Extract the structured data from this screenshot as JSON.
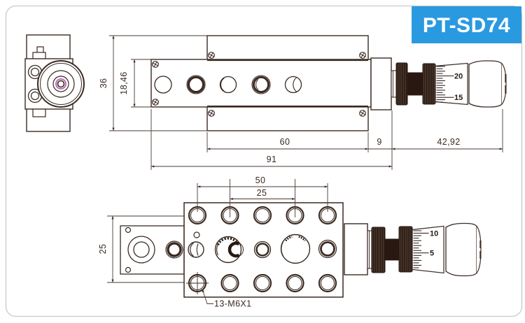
{
  "badge": {
    "label": "PT-SD74",
    "bg_color": "#2a9ae0",
    "text_color": "#ffffff"
  },
  "frame_color": "#c7caca",
  "line_color": "#3a2a22",
  "accent_magenta": "#b565b5",
  "top_view": {
    "dims": {
      "base_height": "36",
      "plate_height": "18,46",
      "base_width": "60",
      "gap": "9",
      "micrometer_length": "42,92",
      "total_length": "91"
    },
    "micrometer_scale": {
      "upper": "20",
      "lower": "15"
    }
  },
  "bottom_view": {
    "dims": {
      "hole_span": "50",
      "hole_pitch": "25",
      "row_spacing": "25"
    },
    "micrometer_scale": {
      "upper": "10",
      "lower": "5"
    },
    "thread_label": "13-M6X1"
  }
}
